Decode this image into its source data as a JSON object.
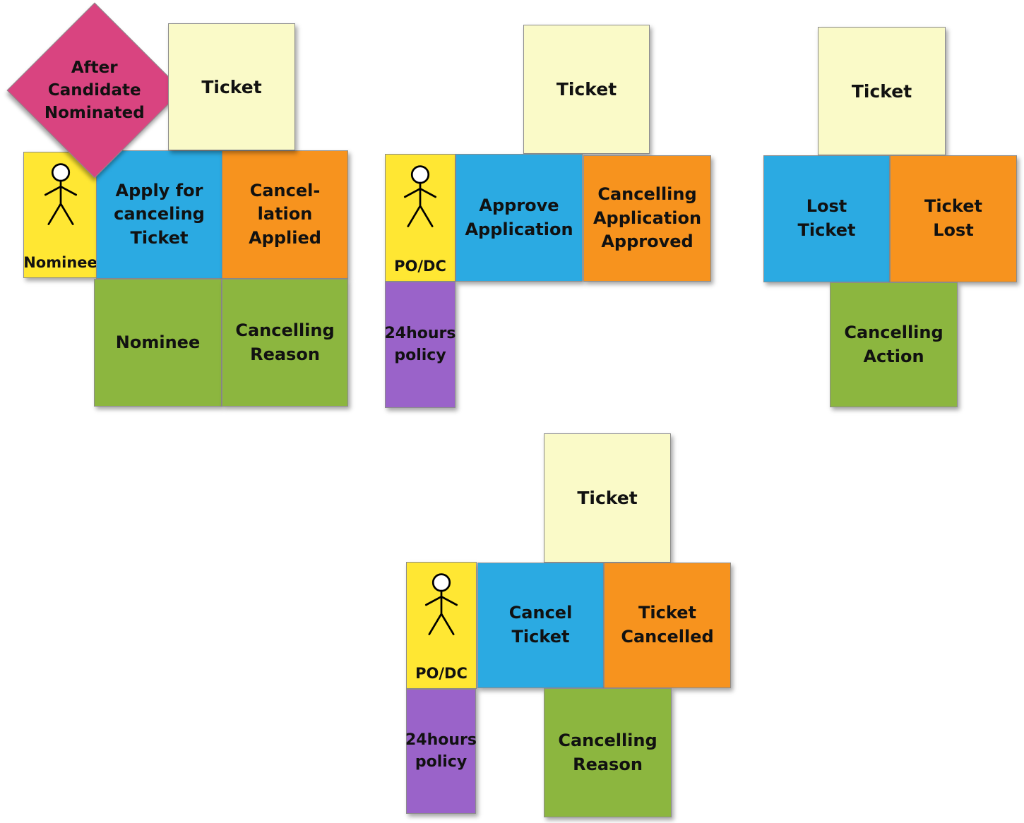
{
  "colors": {
    "ticket_note": "#FAFAC8",
    "actor_note": "#FFE733",
    "command_note": "#2BAAE2",
    "event_note": "#F7931E",
    "data_note": "#8CB63F",
    "policy_note": "#9A63C9",
    "trigger_diamond": "#D94480",
    "text": "#111111"
  },
  "group_apply_cancellation": {
    "trigger": "After\nCandidate\nNominated",
    "ticket": "Ticket",
    "actor": "Nominee",
    "command": "Apply for\ncanceling\nTicket",
    "event": "Cancel-\nlation\nApplied",
    "data_nominee": "Nominee",
    "data_reason": "Cancelling\nReason"
  },
  "group_approve_application": {
    "ticket": "Ticket",
    "actor": "PO/DC",
    "command": "Approve\nApplication",
    "event": "Cancelling\nApplication\nApproved",
    "policy": "24hours\npolicy"
  },
  "group_lost_ticket": {
    "ticket": "Ticket",
    "command": "Lost\nTicket",
    "event": "Ticket\nLost",
    "data": "Cancelling\nAction"
  },
  "group_cancel_ticket": {
    "ticket": "Ticket",
    "actor": "PO/DC",
    "command": "Cancel\nTicket",
    "event": "Ticket\nCancelled",
    "policy": "24hours\npolicy",
    "data": "Cancelling\nReason"
  }
}
